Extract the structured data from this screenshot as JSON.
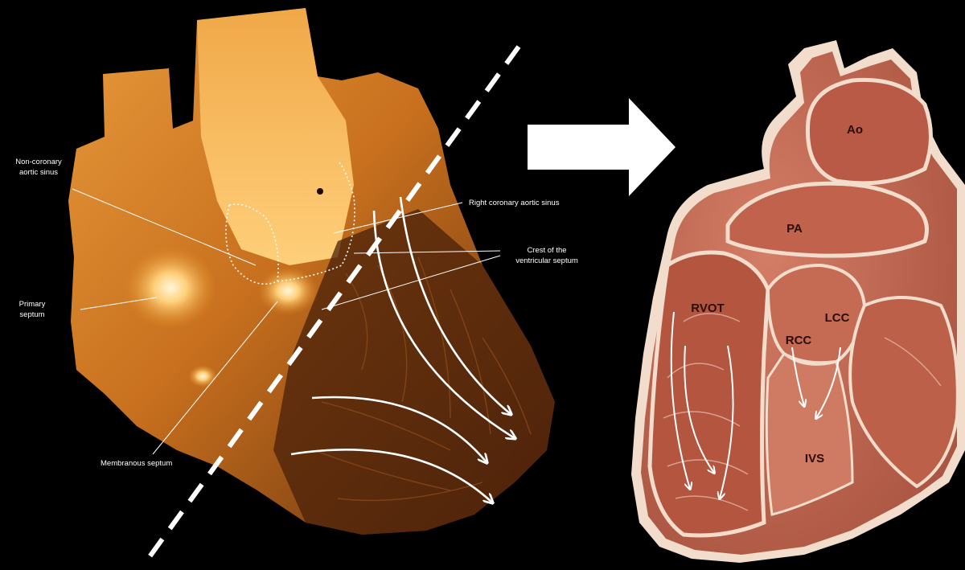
{
  "specimen_labels": {
    "non_coronary_line1": "Non-coronary",
    "non_coronary_line2": "aortic sinus",
    "primary_septum_line1": "Primary",
    "primary_septum_line2": "septum",
    "membranous_septum": "Membranous septum",
    "right_coronary_aortic_sinus": "Right coronary aortic sinus",
    "crest_line1": "Crest of the",
    "crest_line2": "ventricular septum"
  },
  "illustration_labels": {
    "ao": "Ao",
    "pa": "PA",
    "rvot": "RVOT",
    "rcc": "RCC",
    "lcc": "LCC",
    "ivs": "IVS"
  },
  "colors": {
    "background": "#000000",
    "specimen": "#d98a2c",
    "illustration_tissue": "#c9735f",
    "outline": "#f2dccb",
    "arrow": "#ffffff"
  }
}
